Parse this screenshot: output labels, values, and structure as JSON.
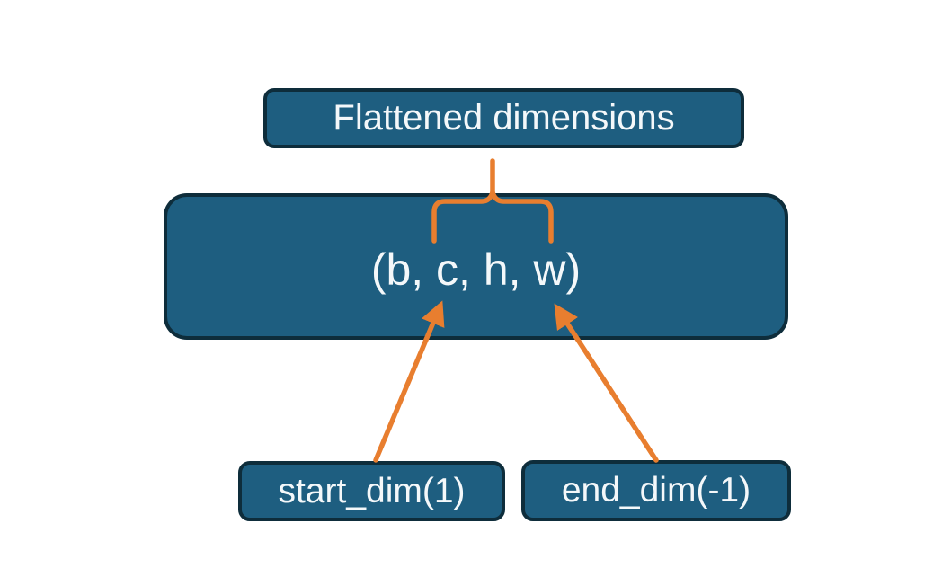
{
  "colors": {
    "background": "#ffffff",
    "box_fill": "#1e5e80",
    "box_border": "#0e2d3b",
    "accent_orange": "#e87e2f",
    "text_white": "#f4f8fa"
  },
  "nodes": {
    "flattened_label": "Flattened dimensions",
    "tensor_shape": "(b, c, h, w)",
    "start_dim_label": "start_dim(1)",
    "end_dim_label": "end_dim(-1)"
  }
}
